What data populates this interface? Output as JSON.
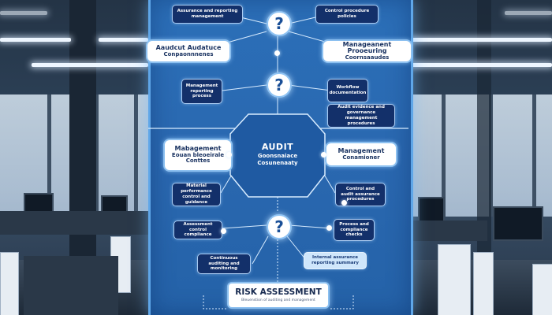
{
  "diagram": {
    "top_left_card": "Assurance and reporting management",
    "top_right_card": "Control procedure policies",
    "left_pill": {
      "line1": "Aaudcut Audatuce",
      "line2": "Conpaonnnenes"
    },
    "right_pill": {
      "line1": "Manageanent Prooeuring",
      "line2": "Coornsaaudes"
    },
    "q_icon": "?",
    "mid_left_card": "Management reporting process",
    "mid_right_card": "Workflow documentation",
    "mid_right_card_2": "Audit evidence and governance management procedures",
    "left_side_pill": {
      "line1": "Mabagement",
      "line2": "Eouan bleoeirale",
      "line3": "Conttes"
    },
    "center": {
      "title": "AUDIT",
      "line2": "Goonsnaiace",
      "line3": "Cosunenaaty"
    },
    "right_side_pill": {
      "line1": "Management",
      "line2": "Conamioner"
    },
    "lower_left_card": "Material performance control and guidance",
    "lower_right_card": "Control and audit assurance procedures",
    "lower_left_card_2": "Assessment control compliance",
    "lower_right_card_2": "Process and compliance checks",
    "bottom_left_card": "Continuous auditing and monitoring",
    "bottom_right_card": "Internal assurance reporting summary",
    "risk": {
      "title": "RISK ASSESSMENT",
      "subtitle": "Bleuenstion of auditing and management"
    }
  }
}
